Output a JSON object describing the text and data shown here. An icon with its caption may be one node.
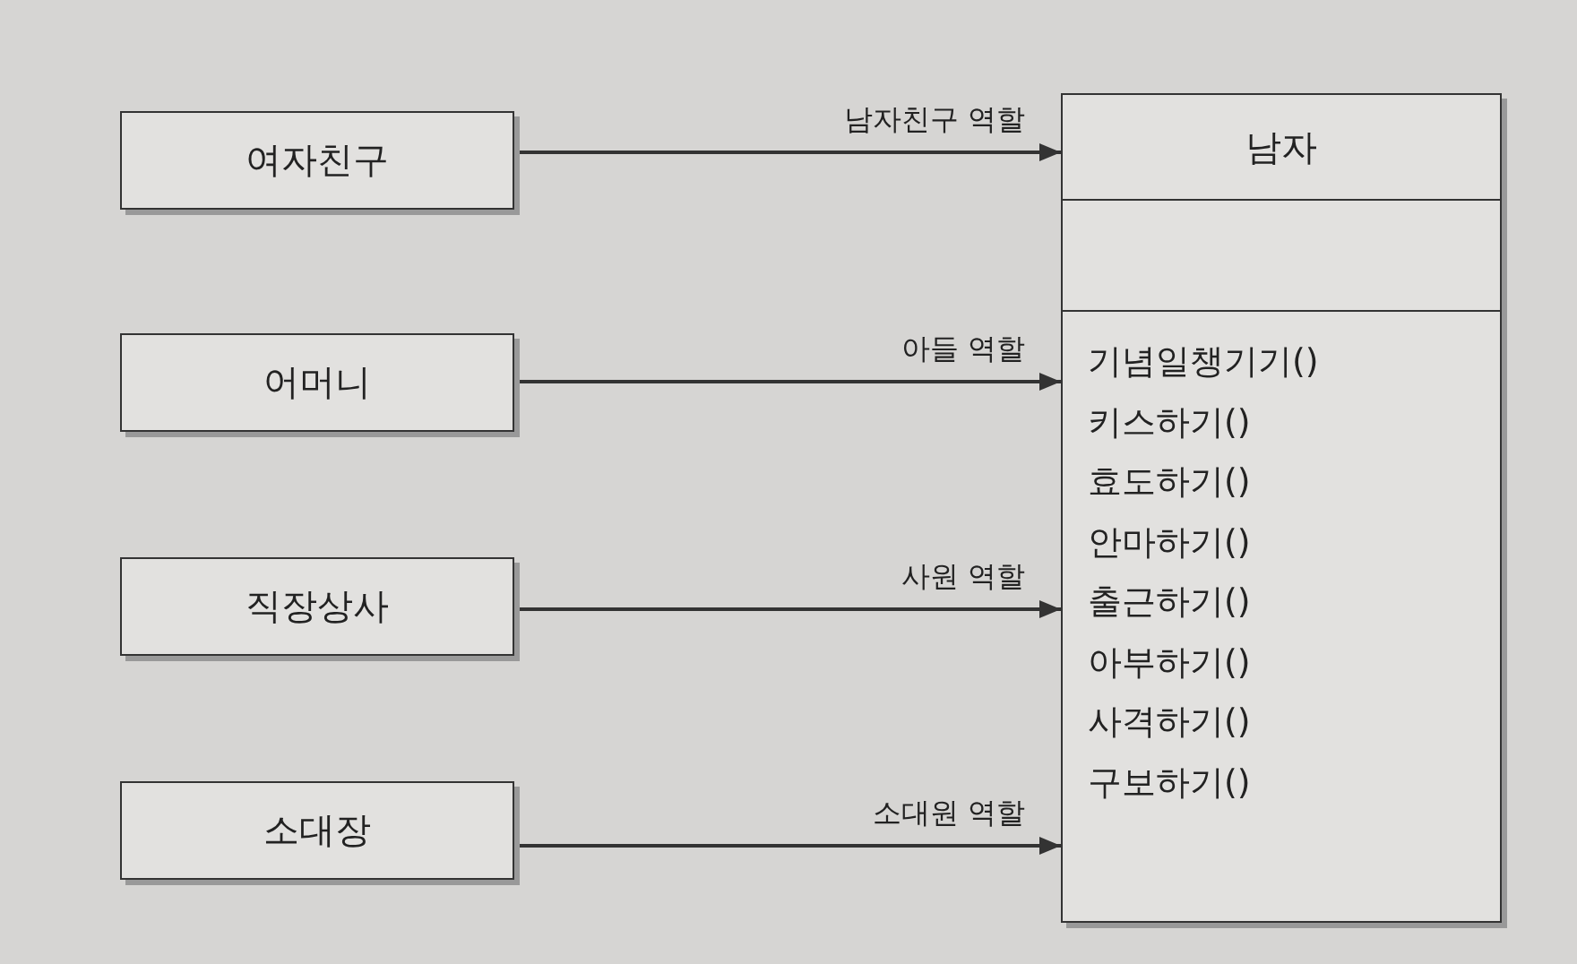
{
  "diagram": {
    "nodes": [
      {
        "text": [
          "여자친구"
        ]
      },
      {
        "text": [
          "어머니"
        ]
      },
      {
        "text": [
          "직장상사"
        ]
      },
      {
        "text": [
          "소대장"
        ]
      },
      {
        "text": [
          "남자",
          "기념일챙기기()",
          "키스하기()",
          "효도하기()",
          "안마하기()",
          "출근하기()",
          "아부하기()",
          "사격하기()",
          "구보하기()"
        ]
      }
    ],
    "edges": [
      {
        "from": 0,
        "to": 4,
        "arrow": "to",
        "label": "남자친구 역할"
      },
      {
        "from": 1,
        "to": 4,
        "arrow": "to",
        "label": "아들 역할"
      },
      {
        "from": 2,
        "to": 4,
        "arrow": "to",
        "label": "사원 역할"
      },
      {
        "from": 3,
        "to": 4,
        "arrow": "to",
        "label": "소대원 역할"
      }
    ]
  }
}
